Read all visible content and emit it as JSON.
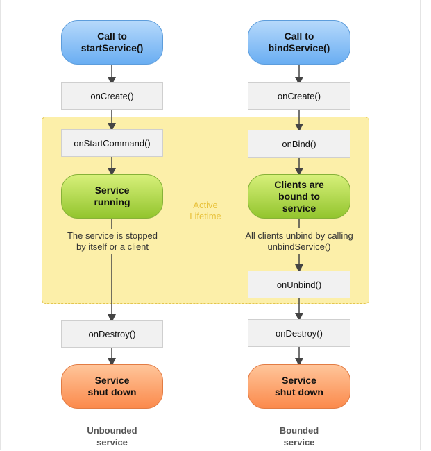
{
  "left_flow": {
    "start": "Call to\nstartService()",
    "create": "onCreate()",
    "start_command": "onStartCommand()",
    "running": "Service\nrunning",
    "stop_note": "The service is stopped\nby itself or a client",
    "destroy": "onDestroy()",
    "shutdown": "Service\nshut down",
    "caption": "Unbounded\nservice"
  },
  "right_flow": {
    "start": "Call to\nbindService()",
    "create": "onCreate()",
    "bind": "onBind()",
    "bound": "Clients are\nbound to\nservice",
    "unbind_note": "All clients unbind by calling\nunbindService()",
    "unbind": "onUnbind()",
    "destroy": "onDestroy()",
    "shutdown": "Service\nshut down",
    "caption": "Bounded\nservice"
  },
  "active_lifetime_label": "Active\nLifetime",
  "colors": {
    "start_blue": "#6aaef2",
    "running_green": "#93c52e",
    "shutdown_orange": "#fb8a4c",
    "active_zone_yellow": "#fcefa9"
  }
}
